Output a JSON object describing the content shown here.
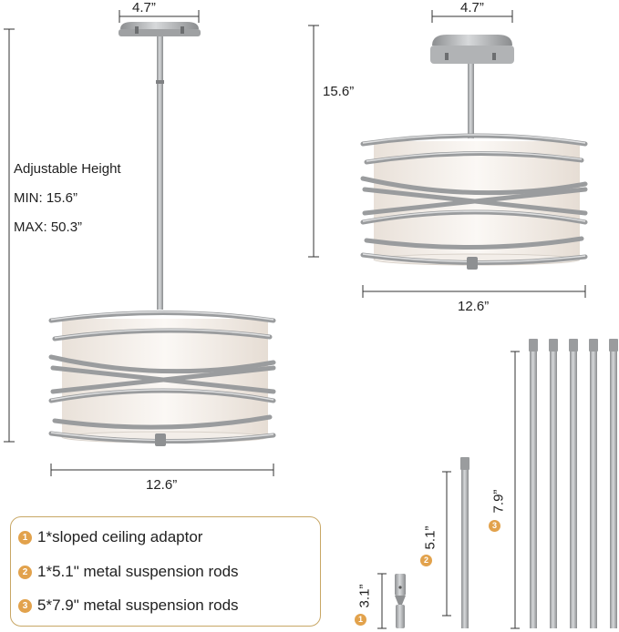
{
  "dimensions": {
    "left_canopy_width": "4.7”",
    "right_canopy_width": "4.7”",
    "left_shade_width": "12.6”",
    "right_shade_width": "12.6”",
    "right_height": "15.6”"
  },
  "height_info": {
    "title": "Adjustable Height",
    "min": "MIN: 15.6”",
    "max": "MAX: 50.3”"
  },
  "rods": {
    "rod1_length": "3.1”",
    "rod2_length": "5.1”",
    "rod3_length": "7.9”",
    "rod1_badge": "1",
    "rod2_badge": "2",
    "rod3_badge": "3"
  },
  "legend": {
    "items": [
      {
        "badge": "1",
        "label": "1*sloped ceiling adaptor"
      },
      {
        "badge": "2",
        "label": "1*5.1\" metal suspension rods"
      },
      {
        "badge": "3",
        "label": "5*7.9\" metal suspension rods"
      }
    ]
  },
  "colors": {
    "metal": "#a9abad",
    "metal_dark": "#7f8183",
    "shade": "#f6f0ea",
    "badge": "#e2a24c",
    "legend_border": "#c8a765"
  }
}
